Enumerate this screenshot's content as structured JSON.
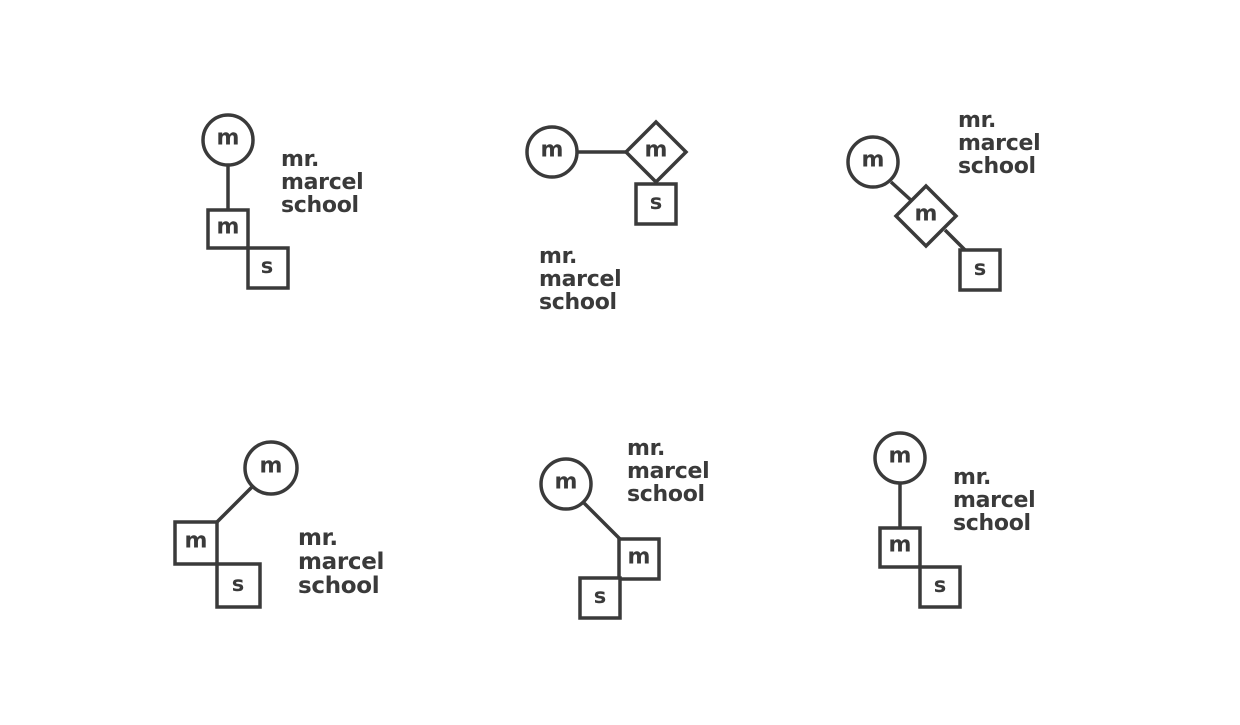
{
  "logo": {
    "circle_letter": "m",
    "box_letter": "m",
    "small_letter": "s",
    "wordmark": [
      "mr.",
      "marcel",
      "school"
    ]
  },
  "colors": {
    "stroke": "#3a3a3a",
    "background": "#ffffff"
  },
  "variants": [
    {
      "name": "logo-variant-1",
      "arrangement": "circle-top-vertical-line-square-stack"
    },
    {
      "name": "logo-variant-2",
      "arrangement": "circle-left-horizontal-line-diamond"
    },
    {
      "name": "logo-variant-3",
      "arrangement": "diagonal-circle-diamond-square"
    },
    {
      "name": "logo-variant-4",
      "arrangement": "circle-top-right-diagonal-square-stack"
    },
    {
      "name": "logo-variant-5",
      "arrangement": "circle-top-left-diagonal-square-stack"
    },
    {
      "name": "logo-variant-6",
      "arrangement": "circle-top-vertical-line-square-stack"
    }
  ]
}
